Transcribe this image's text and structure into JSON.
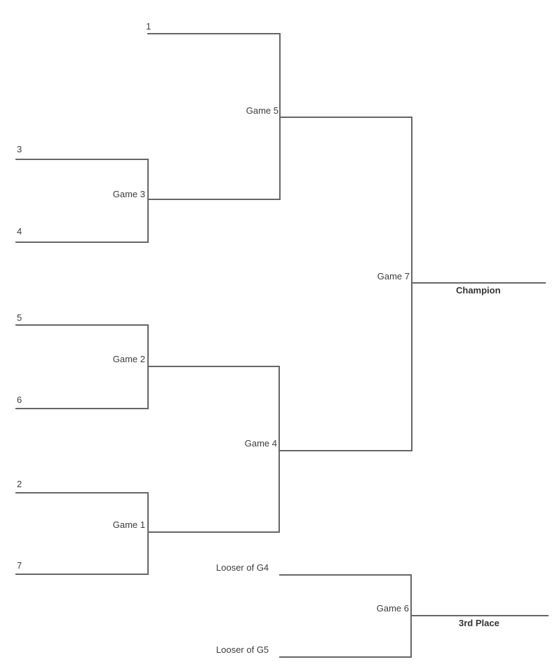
{
  "bracket": {
    "seeds": {
      "s1": "1",
      "s3": "3",
      "s4": "4",
      "s5": "5",
      "s6": "6",
      "s2": "2",
      "s7": "7"
    },
    "games": {
      "g1": "Game 1",
      "g2": "Game 2",
      "g3": "Game 3",
      "g4": "Game 4",
      "g5": "Game 5",
      "g6": "Game 6",
      "g7": "Game 7"
    },
    "placeholders": {
      "looser_g4": "Looser of G4",
      "looser_g5": "Looser of G5"
    },
    "results": {
      "champion": "Champion",
      "third_place": "3rd Place"
    },
    "colors": {
      "line": "#666666",
      "text": "#3d3d3d",
      "result_text": "#333333",
      "background": "#ffffff"
    }
  }
}
